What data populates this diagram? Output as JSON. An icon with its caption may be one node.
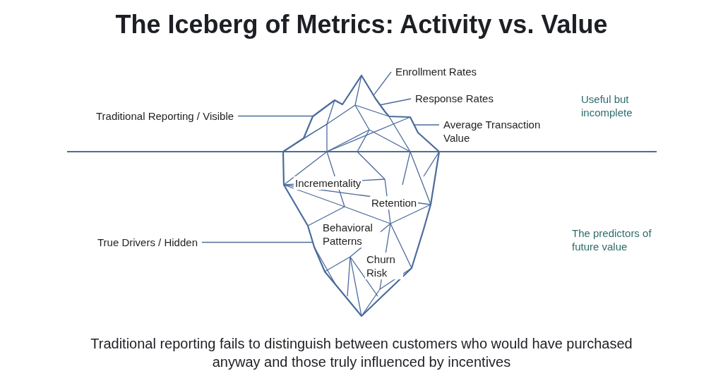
{
  "diagram": {
    "title": "The Iceberg of Metrics: Activity vs. Value",
    "caption": "Traditional reporting fails to distinguish between customers who would have purchased anyway and those truly influenced by incentives",
    "nodes": [
      {
        "text": [],
        "shape": "picture"
      },
      {
        "text": [],
        "shape": "picture"
      },
      {
        "text": [
          "Traditional Reporting / Visible"
        ]
      },
      {
        "text": [
          "Enrollment Rates"
        ]
      },
      {
        "text": [
          "Response Rates"
        ]
      },
      {
        "text": [
          "Average Transaction Value"
        ]
      },
      {
        "text": [
          "True Drivers / Hidden"
        ]
      }
    ],
    "edges": [
      {
        "from": 2,
        "to": 0,
        "arrow": "none"
      },
      {
        "from": 3,
        "to": 0,
        "arrow": "none"
      },
      {
        "from": 4,
        "to": 0,
        "arrow": "none"
      },
      {
        "from": 5,
        "to": 0,
        "arrow": "none"
      },
      {
        "from": 6,
        "to": 1,
        "arrow": "none"
      }
    ],
    "labels": [
      "Useful but incomplete",
      "Incrementality",
      "Retention",
      "The predictors of future value",
      "Behavioral Patterns",
      "Churn Risk"
    ]
  }
}
